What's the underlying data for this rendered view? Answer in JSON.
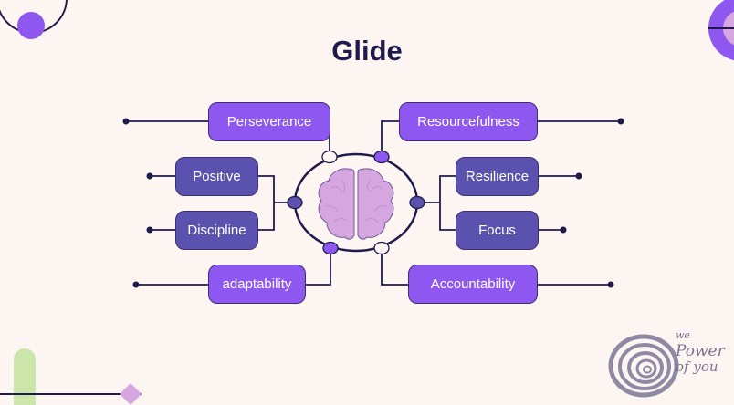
{
  "title": "Glide",
  "colors": {
    "background": "#fdf5f1",
    "title": "#1e1b4b",
    "line": "#1e1b4b",
    "primary_box": "#8e57ef",
    "secondary_box": "#5b52b0",
    "brain": "#d6a6e0",
    "accent_green": "#cbe6a8",
    "accent_lilac": "#d6a6e0"
  },
  "center": {
    "icon": "brain-icon"
  },
  "left_branches": [
    {
      "label": "Perseverance",
      "style": "primary"
    },
    {
      "label": "Positive",
      "style": "secondary"
    },
    {
      "label": "Discipline",
      "style": "secondary"
    },
    {
      "label": "adaptability",
      "style": "primary"
    }
  ],
  "right_branches": [
    {
      "label": "Resourcefulness",
      "style": "primary"
    },
    {
      "label": "Resilience",
      "style": "secondary"
    },
    {
      "label": "Focus",
      "style": "secondary"
    },
    {
      "label": "Accountability",
      "style": "primary"
    }
  ],
  "logo": {
    "line1": "we",
    "line2": "Power",
    "line3": "of you"
  }
}
